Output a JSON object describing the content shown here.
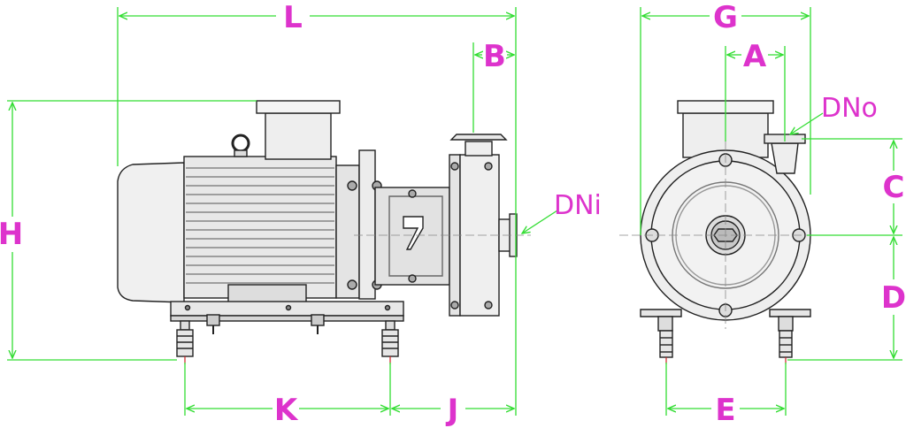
{
  "colors": {
    "dimension_line": "#33dd33",
    "label": "#dd33cc",
    "outline": "#222222",
    "body_fill": "#eeeeee",
    "dark_fill": "#c8c8c8",
    "centerline": "#cc2222"
  },
  "dimensions": {
    "L": "L",
    "B": "B",
    "G": "G",
    "A": "A",
    "H": "H",
    "C": "C",
    "D": "D",
    "K": "K",
    "J": "J",
    "E": "E"
  },
  "connections": {
    "inlet": "DNi",
    "outlet": "DNo"
  }
}
